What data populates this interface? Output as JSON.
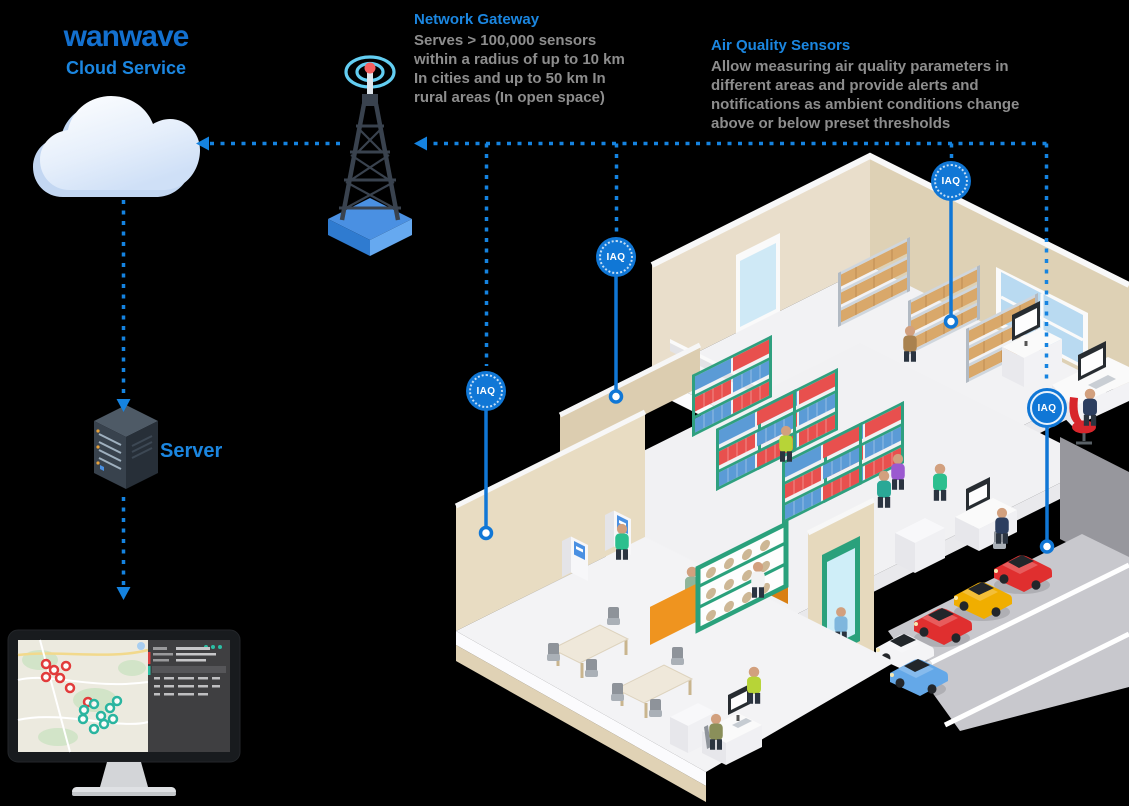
{
  "brand": {
    "logo": "wanwave",
    "subtitle": "Cloud Service"
  },
  "gateway": {
    "title": "Network Gateway",
    "description": "Serves > 100,000 sensors within a radius of up to 10 km In cities and up to 50 km In rural areas (In open space)"
  },
  "air_quality": {
    "title": "Air Quality Sensors",
    "description": "Allow measuring air quality parameters in different areas and provide alerts and notifications as ambient conditions change above or below preset thresholds"
  },
  "server": {
    "label": "Server"
  },
  "sensors": {
    "label": "IAQ",
    "count": 4
  },
  "monitor": {
    "panel_status_dots": 3
  },
  "colors": {
    "accent_blue": "#1583e0",
    "badge_blue": "#1077d6",
    "heading_blue": "#1b86e0",
    "logo_blue": "#1370cf",
    "body_gray": "#8d8d8d",
    "marker_red": "#e23b3b",
    "marker_teal": "#2ab5a0"
  }
}
